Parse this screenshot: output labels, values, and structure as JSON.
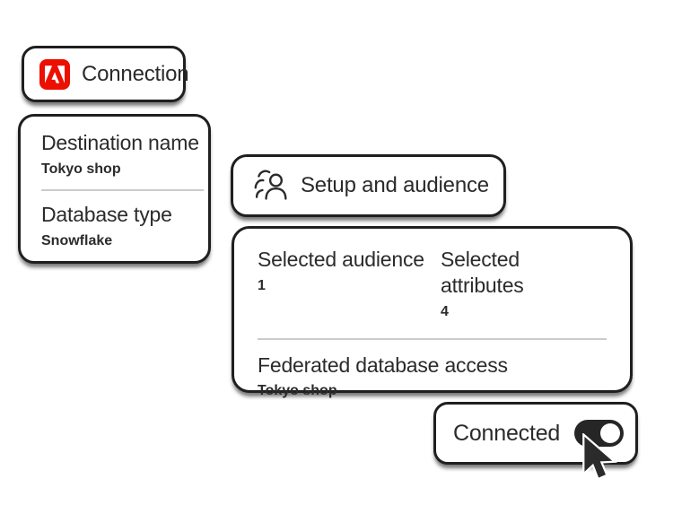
{
  "colors": {
    "background": "#ffffff",
    "card_background": "#ffffff",
    "card_border": "#1f1f1f",
    "text": "#2b2b2b",
    "divider": "#cbcbcb",
    "adobe_red": "#eb1000",
    "toggle_on": "#262626",
    "toggle_knob": "#ffffff"
  },
  "connection_card": {
    "title": "Connection"
  },
  "destination_card": {
    "fields": [
      {
        "label": "Destination name",
        "value": "Tokyo shop"
      },
      {
        "label": "Database type",
        "value": "Snowflake"
      }
    ]
  },
  "setup_card": {
    "title": "Setup and audience"
  },
  "summary_card": {
    "stats": [
      {
        "label": "Selected audience",
        "value": "1"
      },
      {
        "label": "Selected attributes",
        "value": "4"
      }
    ],
    "federated": {
      "label": "Federated database access",
      "value": "Tokyo shop"
    }
  },
  "connected_card": {
    "label": "Connected",
    "toggle_state": "on"
  },
  "icons": {
    "adobe_logo": "adobe-a-logo",
    "audience": "people-group-icon",
    "toggle": "toggle-switch-on",
    "cursor": "mouse-pointer-arrow"
  }
}
